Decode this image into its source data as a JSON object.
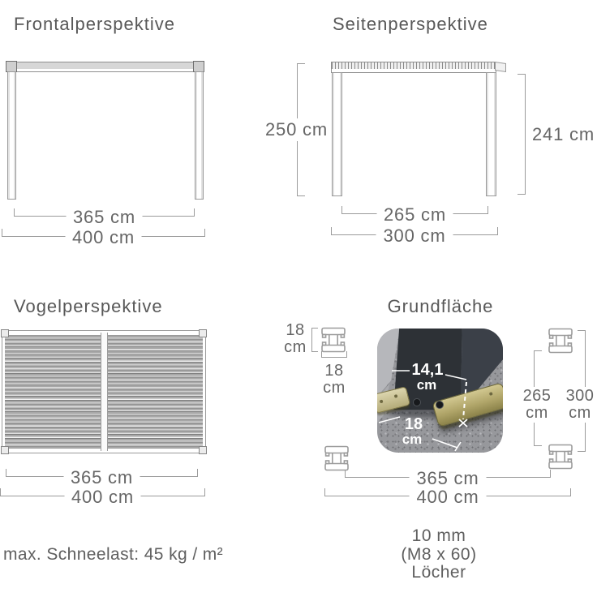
{
  "front": {
    "title": "Frontalperspektive",
    "inner_width": "365 cm",
    "outer_width": "400 cm"
  },
  "side": {
    "title": "Seitenperspektive",
    "height_total": "250 cm",
    "height_clear": "241 cm",
    "inner_depth": "265 cm",
    "outer_depth": "300 cm"
  },
  "birdseye": {
    "title": "Vogelperspektive",
    "inner_width": "365 cm",
    "outer_width": "400 cm"
  },
  "base": {
    "title": "Grundfläche",
    "post_side_value": "18",
    "post_side_unit": "cm",
    "post_front_value": "18",
    "post_front_unit": "cm",
    "plate_diag_value": "14,1",
    "plate_diag_unit": "cm",
    "plate_width_value": "18",
    "plate_width_unit": "cm",
    "span_inner_value": "265",
    "span_inner_unit": "cm",
    "span_outer_value": "300",
    "span_outer_unit": "cm",
    "inner_width": "365 cm",
    "outer_width": "400 cm",
    "holes_line1": "10 mm",
    "holes_line2": "(M8 x 60)",
    "holes_line3": "Löcher"
  },
  "footer": {
    "snow_load": "max. Schneelast: 45 kg / m²"
  },
  "colors": {
    "text": "#5f5f5f",
    "line": "#9b9b9b",
    "beam_fill": "#d7d7d7",
    "post_dark": "#2d3136",
    "plate_olive": "#b0a569"
  }
}
